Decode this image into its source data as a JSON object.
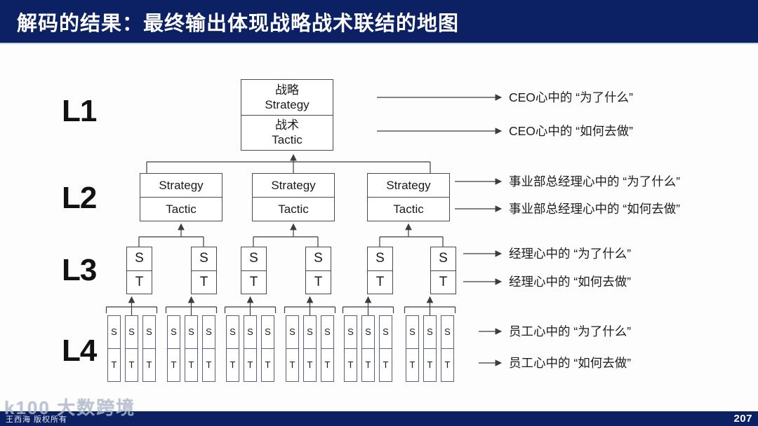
{
  "slide": {
    "title": "解码的结果：最终输出体现战略战术联结的地图",
    "page_number": "207",
    "watermark": "k100 大数跨境",
    "copyright": "王西海 版权所有"
  },
  "levels": [
    {
      "label": "L1"
    },
    {
      "label": "L2"
    },
    {
      "label": "L3"
    },
    {
      "label": "L4"
    }
  ],
  "boxes": {
    "l1": {
      "strategy_zh": "战略",
      "strategy_en": "Strategy",
      "tactic_zh": "战术",
      "tactic_en": "Tactic"
    },
    "l2": {
      "strategy": "Strategy",
      "tactic": "Tactic"
    },
    "st": {
      "s": "S",
      "t": "T"
    }
  },
  "annotations": [
    {
      "text": "CEO心中的 “为了什么”"
    },
    {
      "text": "CEO心中的 “如何去做”"
    },
    {
      "text": "事业部总经理心中的 “为了什么”"
    },
    {
      "text": "事业部总经理心中的 “如何去做”"
    },
    {
      "text": "经理心中的 “为了什么”"
    },
    {
      "text": "经理心中的 “如何去做”"
    },
    {
      "text": "员工心中的 “为了什么”"
    },
    {
      "text": "员工心中的 “如何去做”"
    }
  ],
  "colors": {
    "navy": "#0c2164",
    "line": "#3d3d3d"
  }
}
